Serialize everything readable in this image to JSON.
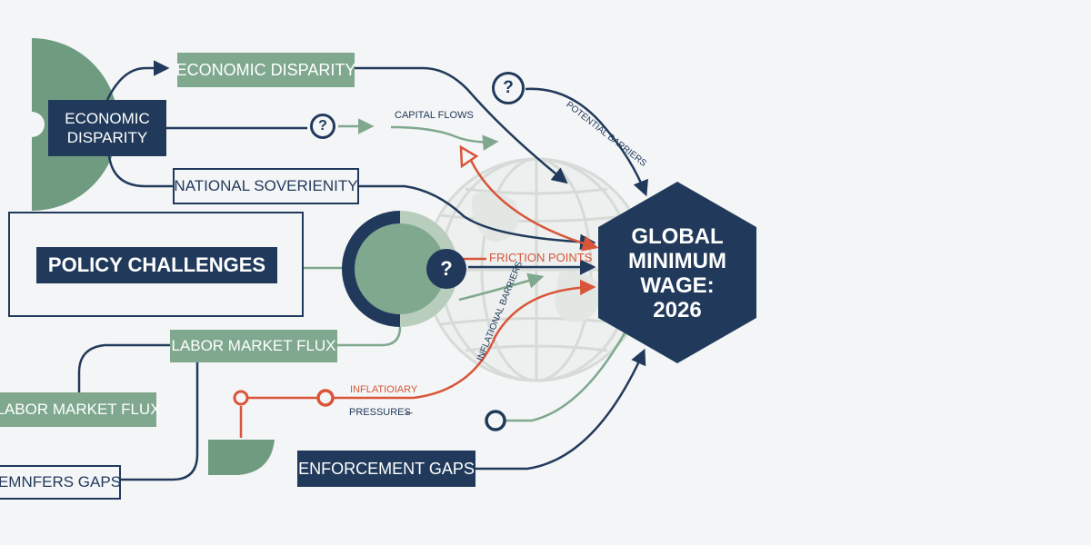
{
  "title": {
    "line1": "GLOBAL",
    "line2": "MINIMUM",
    "line3": "WAGE:",
    "line4": "2026"
  },
  "nodes": {
    "economic_disparity_top": "ECONOMIC DISPARITY",
    "economic_disparity_left_line1": "ECONOMIC",
    "economic_disparity_left_line2": "DISPARITY",
    "national_sovereignty": "NATIONAL SOVERIENITY",
    "policy_challenges": "POLICY CHALLENGES",
    "labor_market_flux_center": "LABOR MARKET FLUX",
    "labor_market_flux_left": "LABOR MARKET FLUX",
    "enforcement_gaps_left": "EMNFERS GAPS",
    "enforcement_gaps_bottom": "ENFORCEMENT GAPS"
  },
  "labels": {
    "capital_flows": "CAPITAL FLOWS",
    "potential_barriers": "POTENTIAL BARRIERS",
    "friction_points": "FRICTION POINTS",
    "inflational_barriers": "INFLATIONAL BARRIERS",
    "inflationary": "INFLATIOIARY",
    "pressures": "PRESSURES"
  },
  "question_mark": "?",
  "colors": {
    "navy": "#213a5c",
    "green": "#7fa88f",
    "red_orange": "#d9553a",
    "light_green": "#b9cdbd",
    "background": "#f4f5f6"
  }
}
